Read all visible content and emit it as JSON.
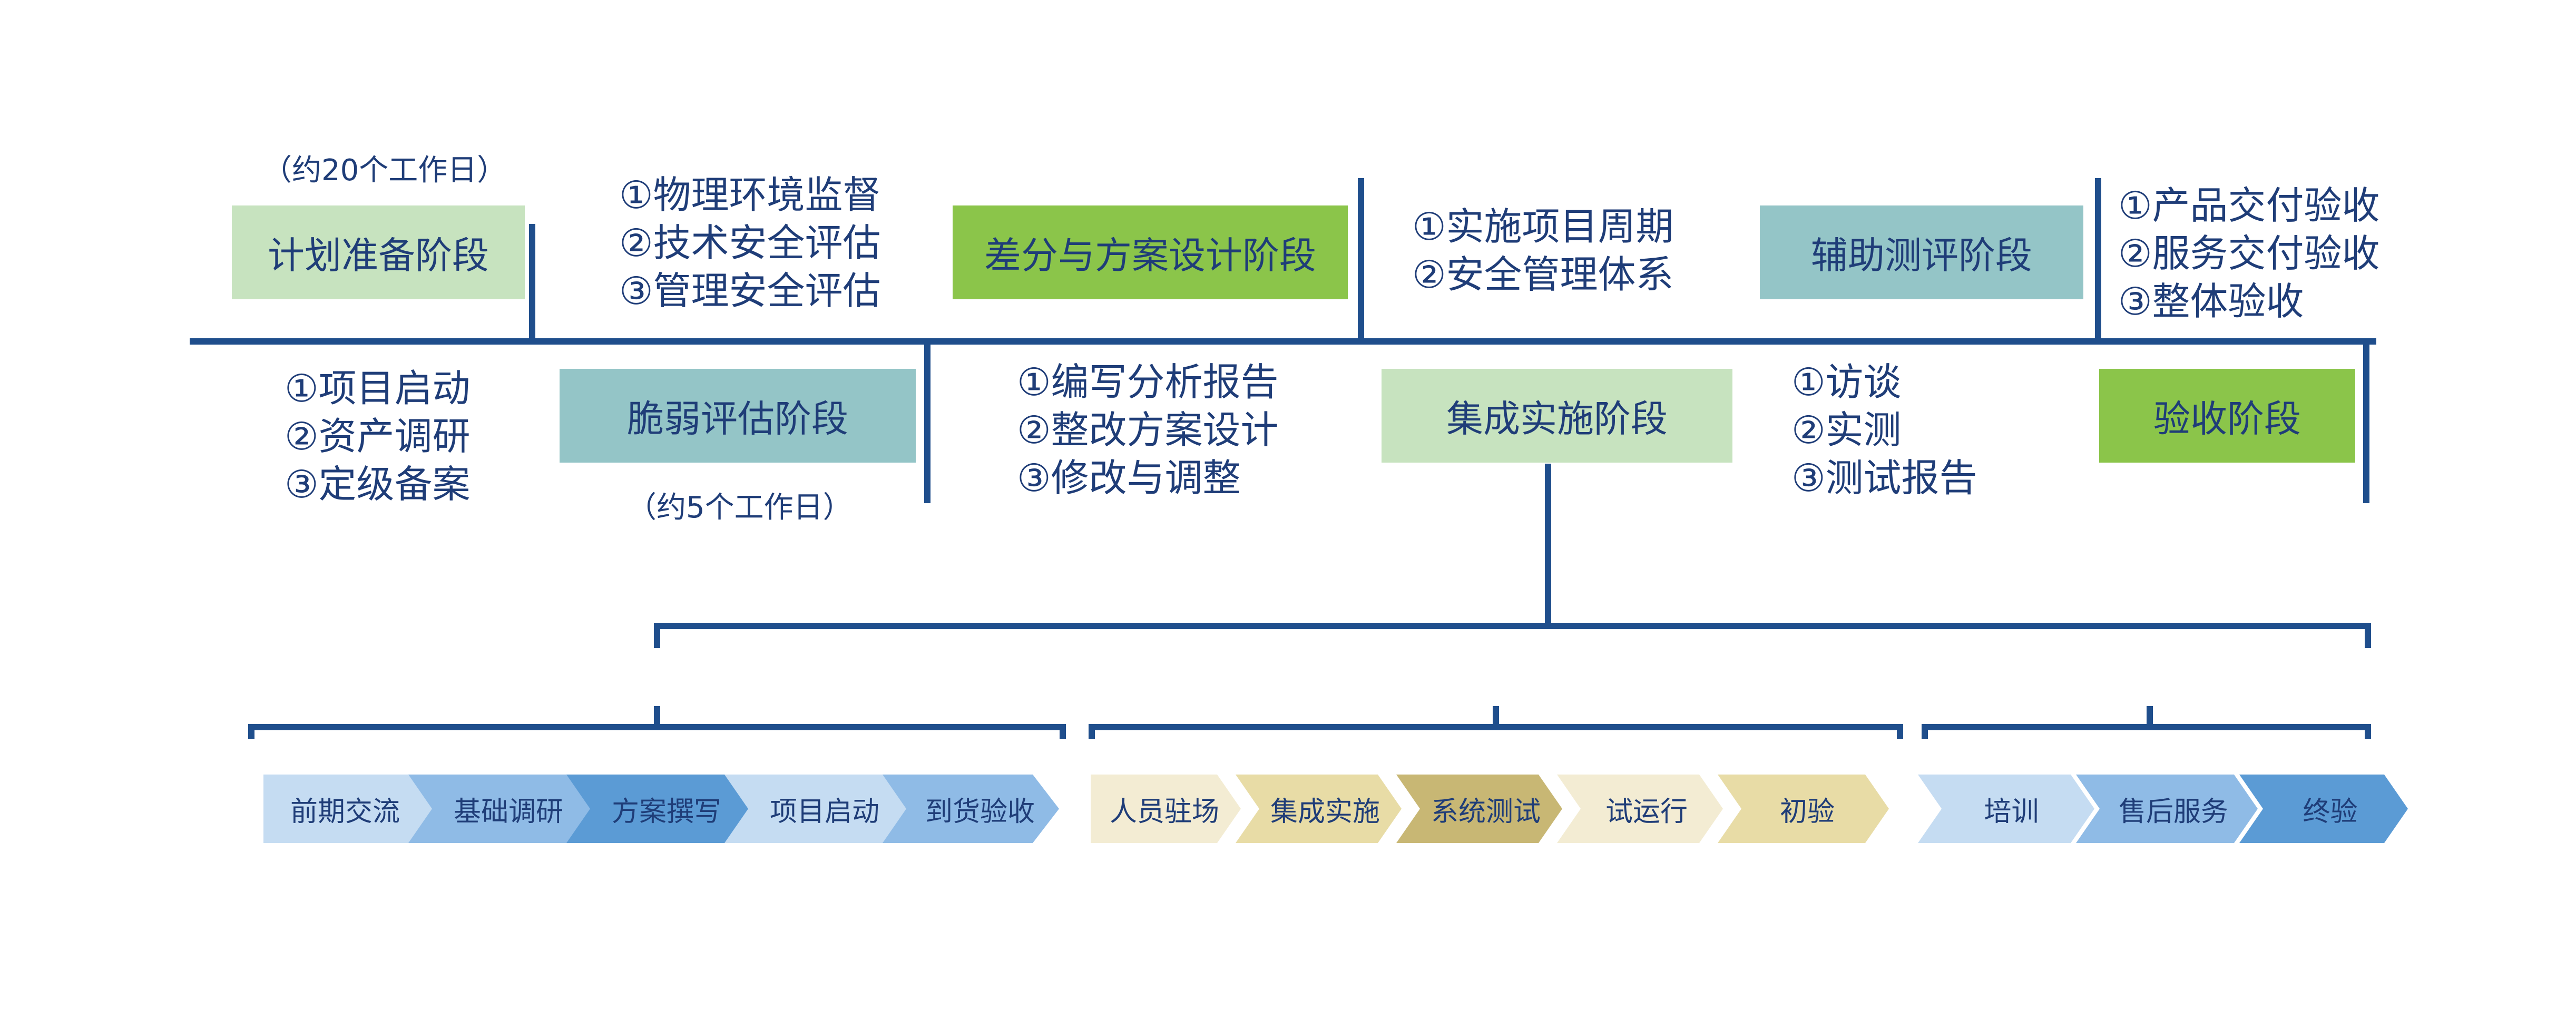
{
  "colors": {
    "line": "#1f4e8c",
    "text": "#1f3d78",
    "phase_light_green": "#c7e3bf",
    "phase_green": "#8bc54a",
    "phase_teal": "#94c5c7"
  },
  "phases_top": [
    {
      "label": "计划准备阶段",
      "note": "（约20个工作日）",
      "color": "#c7e3bf"
    },
    {
      "label": "差分与方案设计阶段",
      "color": "#8bc54a"
    },
    {
      "label": "辅助测评阶段",
      "color": "#94c5c7"
    }
  ],
  "phases_bottom": [
    {
      "label": "脆弱评估阶段",
      "note": "（约5个工作日）",
      "color": "#94c5c7"
    },
    {
      "label": "集成实施阶段",
      "color": "#c7e3bf"
    },
    {
      "label": "验收阶段",
      "color": "#8bc54a"
    }
  ],
  "lists_top": [
    {
      "items": [
        "①物理环境监督",
        "②技术安全评估",
        "③管理安全评估"
      ]
    },
    {
      "items": [
        "①实施项目周期",
        "②安全管理体系"
      ]
    },
    {
      "items": [
        "①产品交付验收",
        "②服务交付验收",
        "③整体验收"
      ]
    }
  ],
  "lists_bottom": [
    {
      "items": [
        "①项目启动",
        "②资产调研",
        "③定级备案"
      ]
    },
    {
      "items": [
        "①编写分析报告",
        "②整改方案设计",
        "③修改与调整"
      ]
    },
    {
      "items": [
        "①访谈",
        "②实测",
        "③测试报告"
      ]
    }
  ],
  "chevron_groups": [
    {
      "steps": [
        {
          "label": "前期交流",
          "color": "#c5dcf2"
        },
        {
          "label": "基础调研",
          "color": "#8fbbe6"
        },
        {
          "label": "方案撰写",
          "color": "#5b9bd5"
        },
        {
          "label": "项目启动",
          "color": "#c5dcf2"
        },
        {
          "label": "到货验收",
          "color": "#8fbbe6"
        }
      ]
    },
    {
      "steps": [
        {
          "label": "人员驻场",
          "color": "#f3ecd3"
        },
        {
          "label": "集成实施",
          "color": "#e8dca6"
        },
        {
          "label": "系统测试",
          "color": "#c8b774"
        },
        {
          "label": "试运行",
          "color": "#f3ecd3"
        },
        {
          "label": "初验",
          "color": "#e8dca6"
        }
      ]
    },
    {
      "steps": [
        {
          "label": "培训",
          "color": "#c5dcf2"
        },
        {
          "label": "售后服务",
          "color": "#8fbbe6"
        },
        {
          "label": "终验",
          "color": "#5b9bd5"
        }
      ]
    }
  ]
}
